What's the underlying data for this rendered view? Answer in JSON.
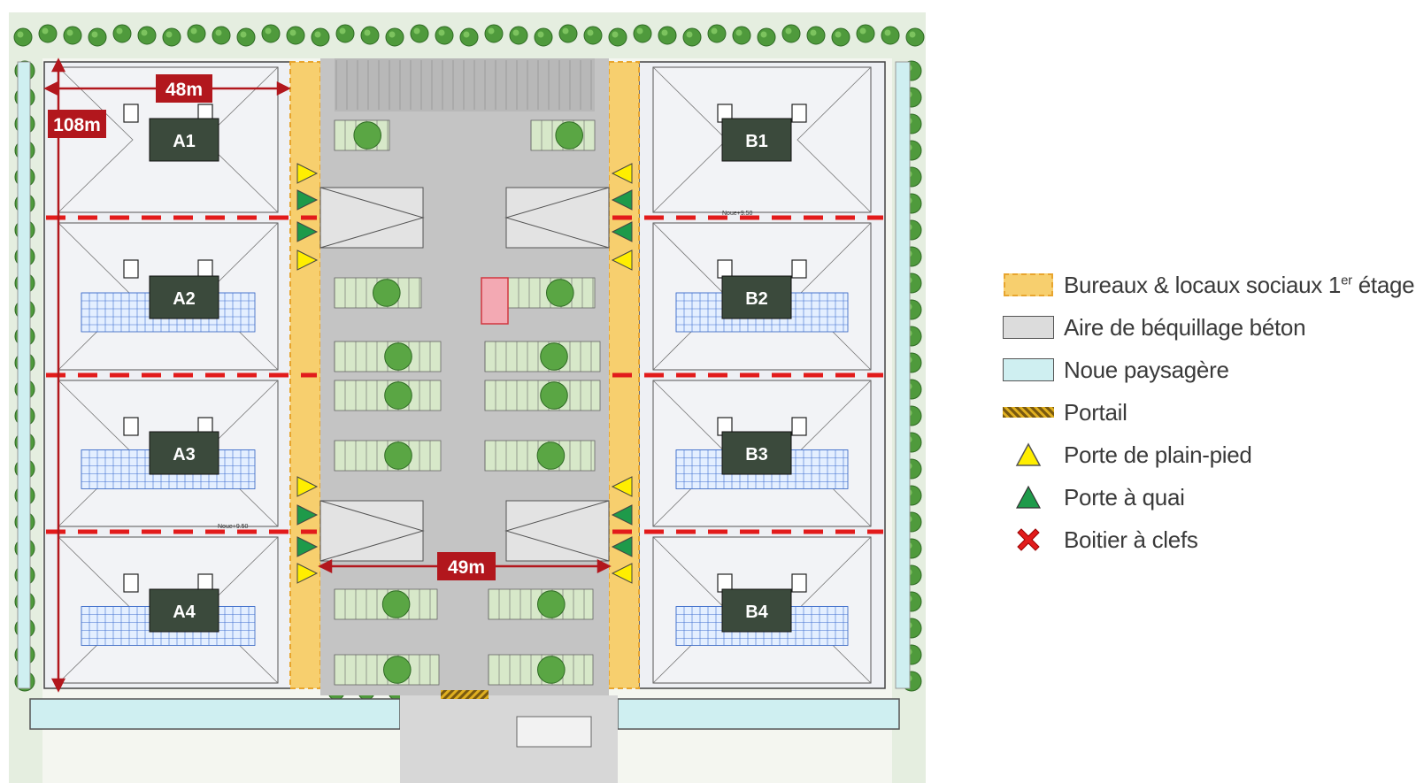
{
  "dimensions": {
    "width_label": "48m",
    "height_label": "108m",
    "road_label": "49m"
  },
  "buildings": [
    {
      "id": "A1"
    },
    {
      "id": "A2"
    },
    {
      "id": "A3"
    },
    {
      "id": "A4"
    },
    {
      "id": "B1"
    },
    {
      "id": "B2"
    },
    {
      "id": "B3"
    },
    {
      "id": "B4"
    }
  ],
  "plan_notes": {
    "noue_b1": "Noue+9.50",
    "noue_a3": "Noue+9.50"
  },
  "legend": {
    "office": {
      "label": "Bureaux & locaux sociaux 1",
      "sup": "er",
      "suffix": " étage"
    },
    "concrete": {
      "label": "Aire de béquillage béton"
    },
    "swale": {
      "label": "Noue paysagère"
    },
    "gate": {
      "label": "Portail"
    },
    "ground_door": {
      "label": "Porte de plain-pied"
    },
    "dock_door": {
      "label": "Porte à quai"
    },
    "key_box": {
      "label": "Boitier à clefs"
    }
  },
  "colors": {
    "label_red": "#b2171d",
    "building_block": "#3b4a3c",
    "office_yellow": "#f7cf6e",
    "concrete_grey": "#c4c4c4",
    "swale_cyan": "#cfeff1",
    "tree_green": "#4f9a3c",
    "dock_green": "#1e9a4a",
    "ground_yellow": "#ffee00",
    "firebreak_red": "#e21b1b"
  }
}
